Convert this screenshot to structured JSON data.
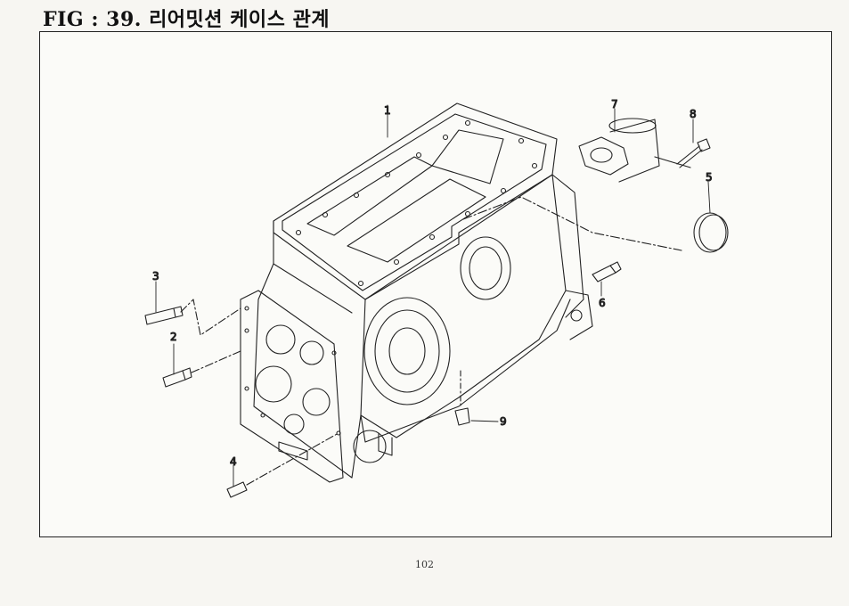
{
  "header": {
    "title": "FIG : 39. 리어밋션 케이스 관계"
  },
  "diagram": {
    "callouts": [
      {
        "id": "1",
        "label": "1"
      },
      {
        "id": "2",
        "label": "2"
      },
      {
        "id": "3",
        "label": "3"
      },
      {
        "id": "4",
        "label": "4"
      },
      {
        "id": "5",
        "label": "5"
      },
      {
        "id": "6",
        "label": "6"
      },
      {
        "id": "7",
        "label": "7"
      },
      {
        "id": "8",
        "label": "8"
      },
      {
        "id": "9",
        "label": "9"
      }
    ]
  },
  "footer": {
    "page_number": "102"
  }
}
